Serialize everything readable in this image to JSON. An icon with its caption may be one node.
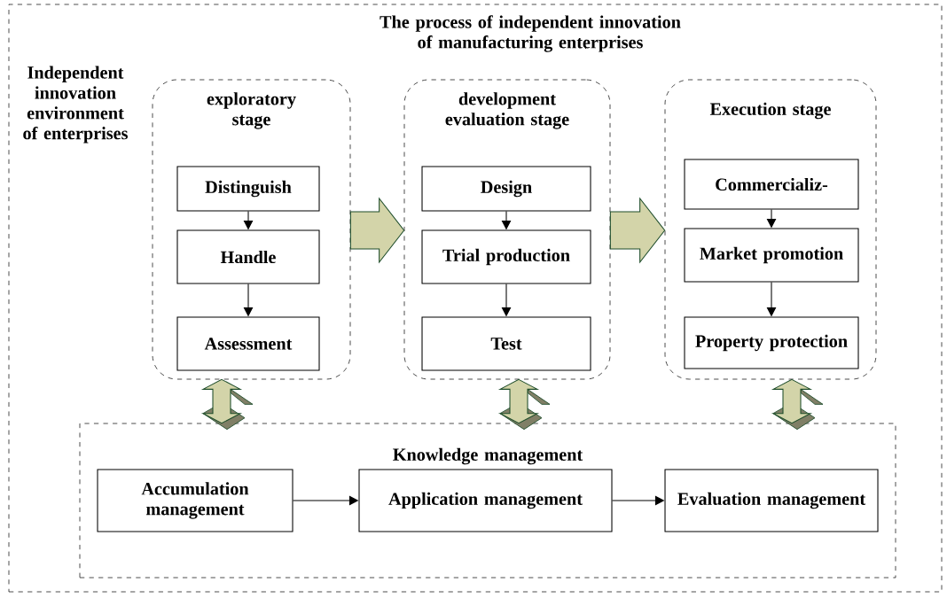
{
  "diagram": {
    "title": "The process of independent innovation of manufacturing enterprises",
    "nodes": [
      {
        "text": [
          "Independent innovation environment of enterprises"
        ]
      },
      {
        "text": [
          "exploratory stage"
        ],
        "in": 0
      },
      {
        "text": [
          "Distinguish"
        ],
        "in": 1
      },
      {
        "text": [
          "Handle"
        ],
        "in": 1
      },
      {
        "text": [
          "Assessment"
        ],
        "in": 1
      },
      {
        "text": [
          "development evaluation stage"
        ],
        "in": 0
      },
      {
        "text": [
          "Design"
        ],
        "in": 5
      },
      {
        "text": [
          "Trial production"
        ],
        "in": 5
      },
      {
        "text": [
          "Test"
        ],
        "in": 5
      },
      {
        "text": [
          "Execution stage"
        ],
        "in": 0
      },
      {
        "text": [
          "Commercializ-"
        ],
        "in": 9
      },
      {
        "text": [
          "Market promotion"
        ],
        "in": 9
      },
      {
        "text": [
          "Property protection"
        ],
        "in": 9
      },
      {
        "text": [
          "Knowledge management"
        ],
        "in": 0
      },
      {
        "text": [
          "Accumulation management"
        ],
        "in": 13
      },
      {
        "text": [
          "Application management"
        ],
        "in": 13
      },
      {
        "text": [
          "Evaluation management"
        ],
        "in": 13
      }
    ],
    "edges": [
      {
        "from": 2,
        "to": 3,
        "arrow": "to"
      },
      {
        "from": 3,
        "to": 4,
        "arrow": "to"
      },
      {
        "from": 6,
        "to": 7,
        "arrow": "to"
      },
      {
        "from": 7,
        "to": 8,
        "arrow": "to"
      },
      {
        "from": 10,
        "to": 11,
        "arrow": "to"
      },
      {
        "from": 11,
        "to": 12,
        "arrow": "to"
      },
      {
        "from": 14,
        "to": 15,
        "arrow": "to"
      },
      {
        "from": 15,
        "to": 16,
        "arrow": "to"
      },
      {
        "from": 1,
        "to": 5,
        "arrow": "to",
        "style": "thick",
        "color": "#d3d4a9"
      },
      {
        "from": 5,
        "to": 9,
        "arrow": "to",
        "style": "thick",
        "color": "#d3d4a9"
      },
      {
        "from": 1,
        "to": 13,
        "arrow": "both",
        "style": "thick",
        "color": "#d3d4a9"
      },
      {
        "from": 5,
        "to": 13,
        "arrow": "both",
        "style": "thick",
        "color": "#d3d4a9"
      },
      {
        "from": 9,
        "to": 13,
        "arrow": "both",
        "style": "thick",
        "color": "#d3d4a9"
      }
    ]
  }
}
